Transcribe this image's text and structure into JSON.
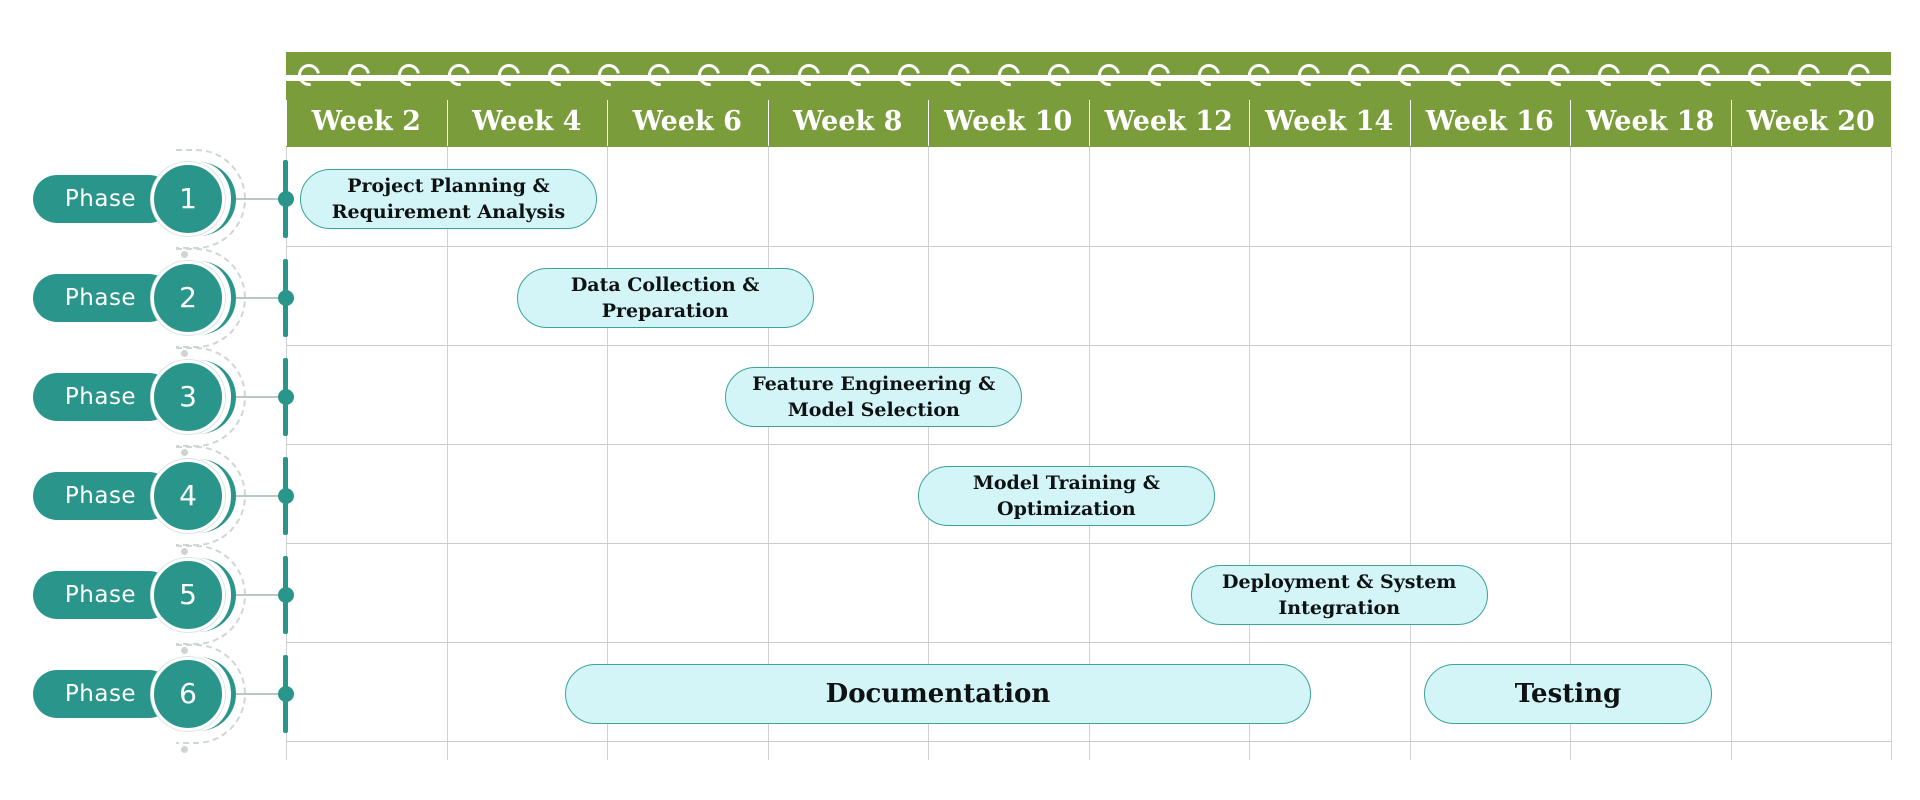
{
  "timeline": {
    "weeks": [
      "Week 2",
      "Week 4",
      "Week 6",
      "Week 8",
      "Week 10",
      "Week 12",
      "Week 14",
      "Week 16",
      "Week 18",
      "Week 20"
    ]
  },
  "phases": [
    {
      "word": "Phase",
      "number": "1"
    },
    {
      "word": "Phase",
      "number": "2"
    },
    {
      "word": "Phase",
      "number": "3"
    },
    {
      "word": "Phase",
      "number": "4"
    },
    {
      "word": "Phase",
      "number": "5"
    },
    {
      "word": "Phase",
      "number": "6"
    }
  ],
  "tasks": [
    {
      "phase": "1",
      "label": "Project Planning &\nRequirement Analysis",
      "start_week": 0,
      "end_week": 3.7
    },
    {
      "phase": "2",
      "label": "Data Collection &\nPreparation",
      "start_week": 2.7,
      "end_week": 6.4
    },
    {
      "phase": "3",
      "label": "Feature Engineering &\nModel Selection",
      "start_week": 5.3,
      "end_week": 9.0
    },
    {
      "phase": "4",
      "label": "Model Training &\nOptimization",
      "start_week": 7.7,
      "end_week": 11.4
    },
    {
      "phase": "5",
      "label": "Deployment & System\nIntegration",
      "start_week": 11.1,
      "end_week": 14.8
    },
    {
      "phase": "6",
      "label": "Documentation",
      "start_week": 3.3,
      "end_week": 12.6
    },
    {
      "phase": "6",
      "label": "Testing",
      "start_week": 14.0,
      "end_week": 17.6
    }
  ],
  "colors": {
    "header": "#7a9c3a",
    "phase": "#2a958a",
    "bar_fill": "#d3f5f8",
    "bar_border": "#3ba49a"
  }
}
